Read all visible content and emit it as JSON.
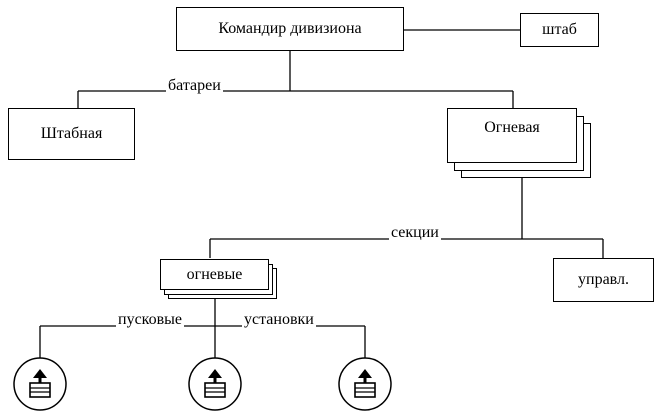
{
  "nodes": {
    "commander": "Командир дивизиона",
    "staff": "штаб",
    "staff_battery": "Штабная",
    "fire_battery": "Огневая",
    "fire_sections": "огневые",
    "control_section": "управл."
  },
  "labels": {
    "batteries": "батареи",
    "sections": "секции",
    "launch": "пусковые",
    "installations": "установки"
  },
  "icons": [
    "launcher-icon",
    "launcher-icon",
    "launcher-icon"
  ]
}
